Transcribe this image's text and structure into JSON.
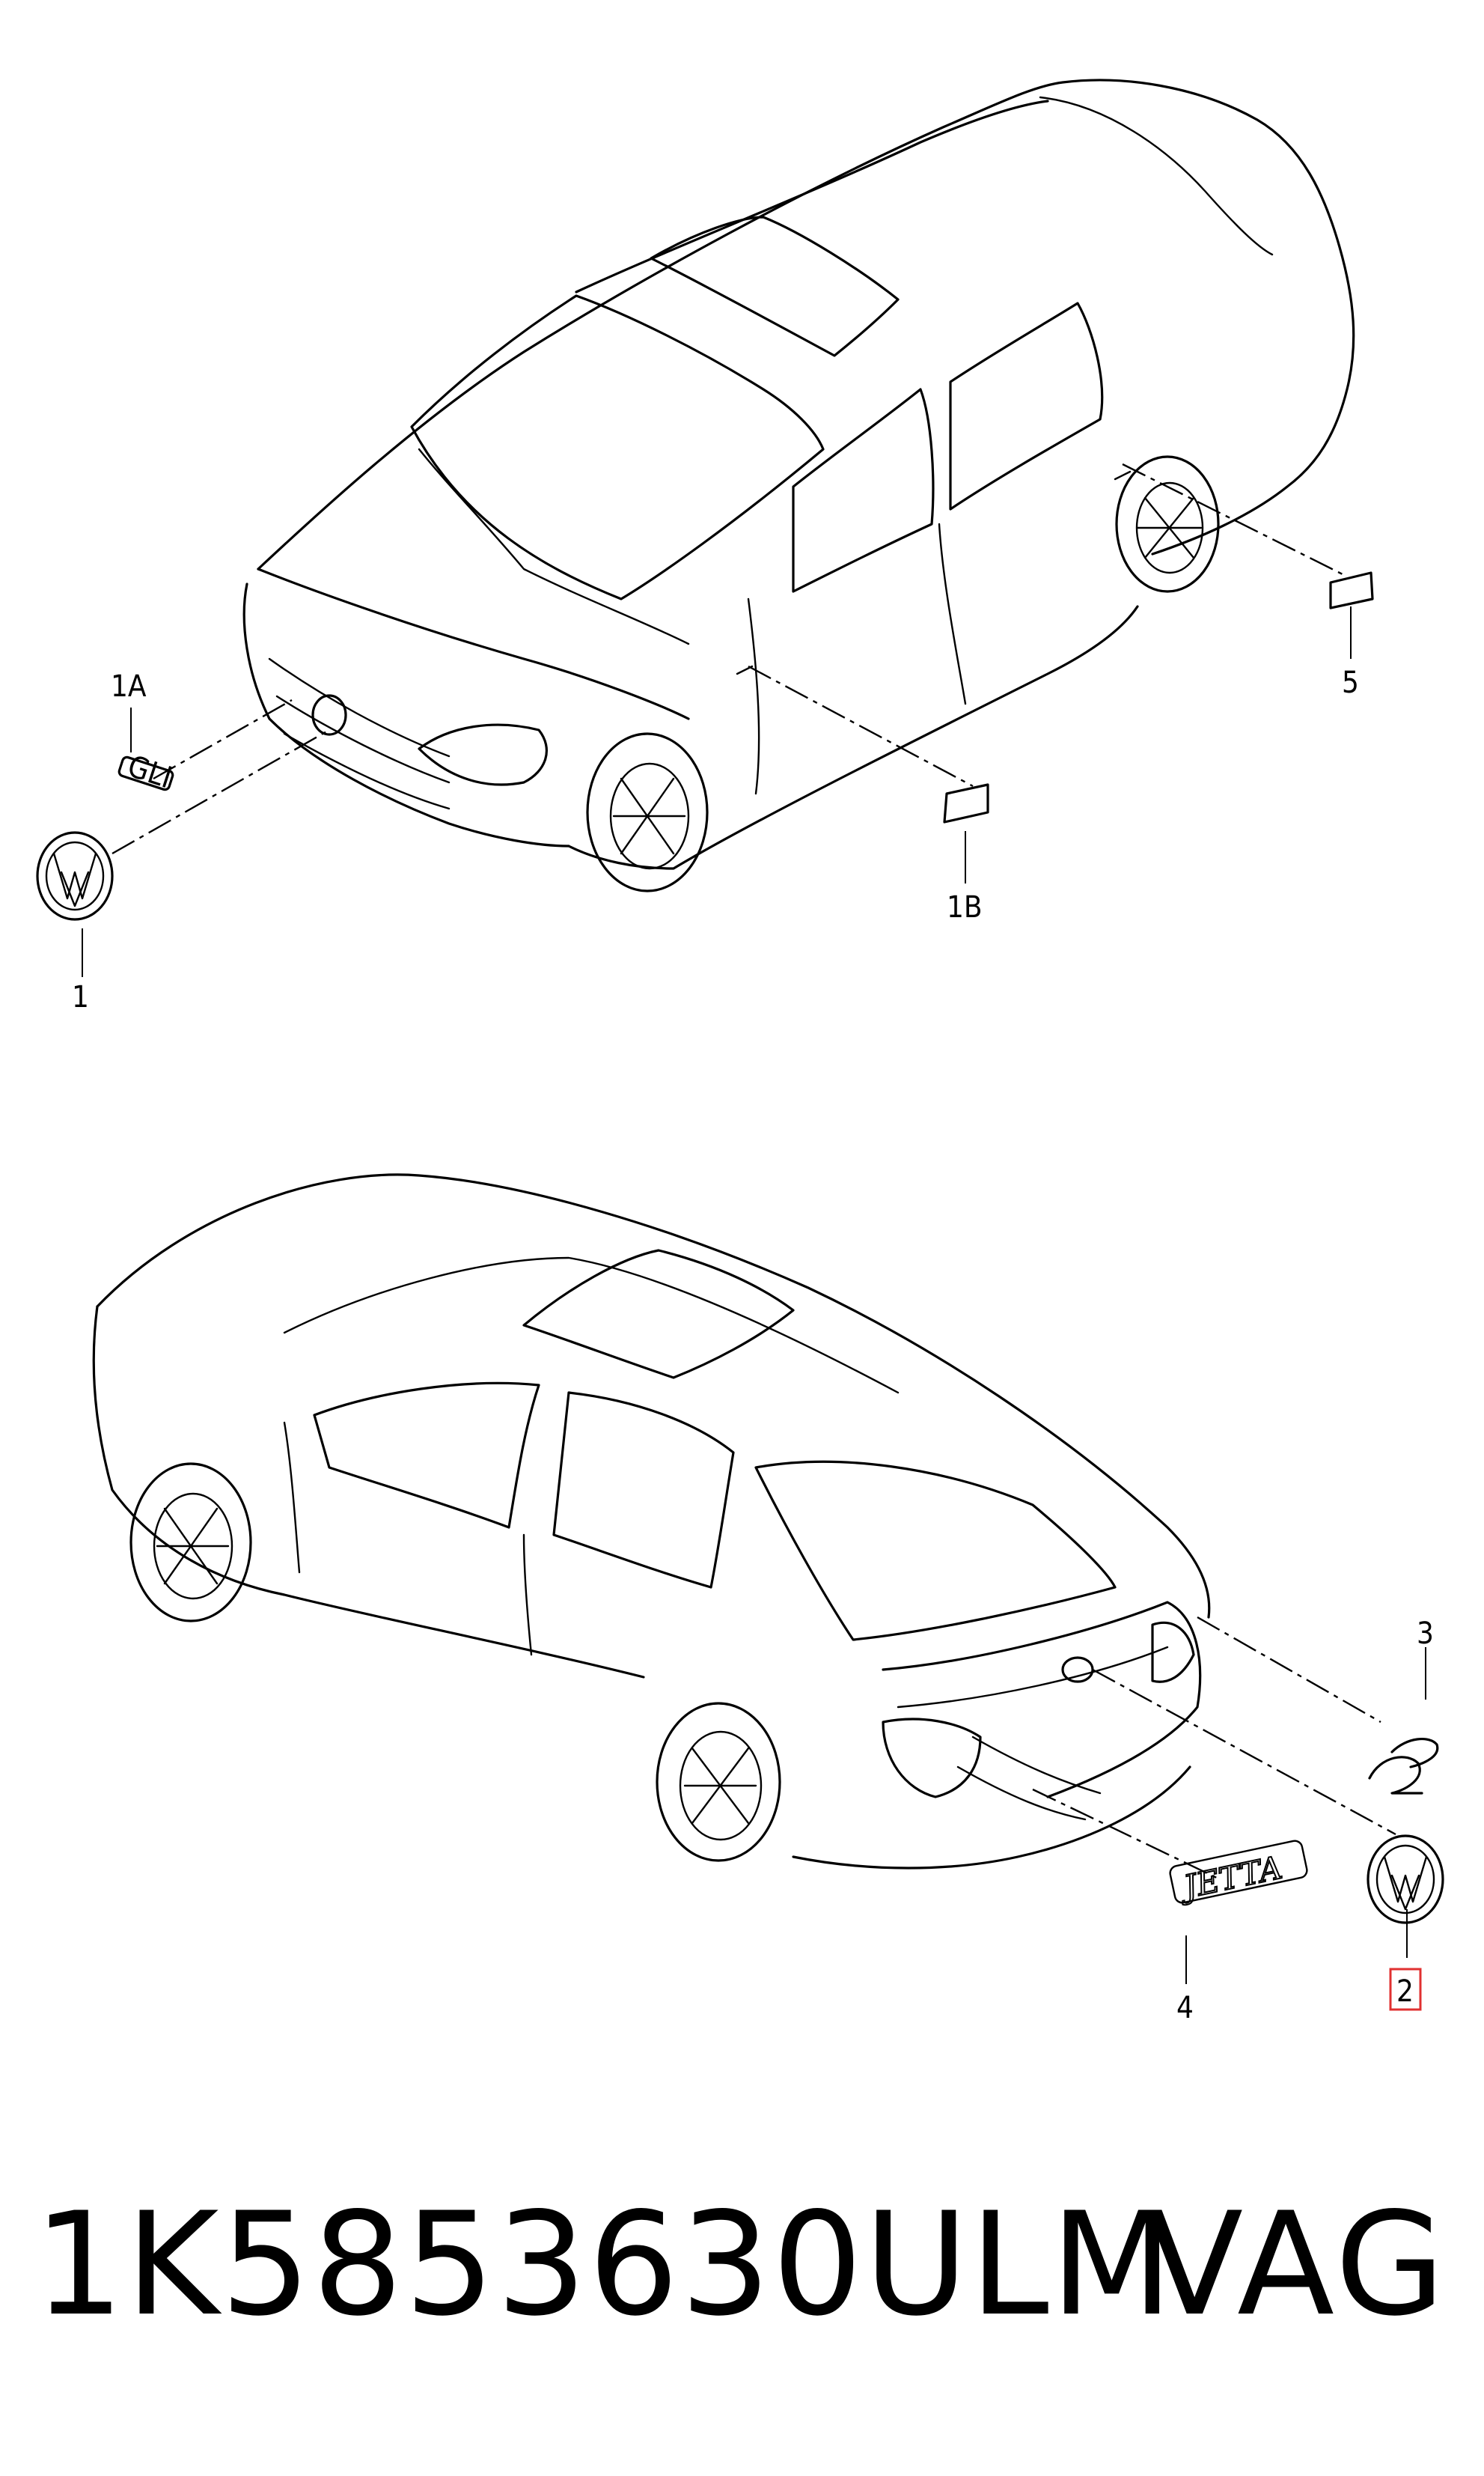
{
  "callouts": {
    "c1": "1",
    "c1a": "1A",
    "c1b": "1B",
    "c5": "5",
    "c3": "3",
    "c2": "2",
    "c4": "4"
  },
  "emblems": {
    "front_text": "GLI",
    "rear_model": "JETTA",
    "rear_engine": "2.5"
  },
  "highlight_color": "#e03030",
  "footer": {
    "part_number": "1K5853630ULM",
    "brand": "VAG"
  }
}
